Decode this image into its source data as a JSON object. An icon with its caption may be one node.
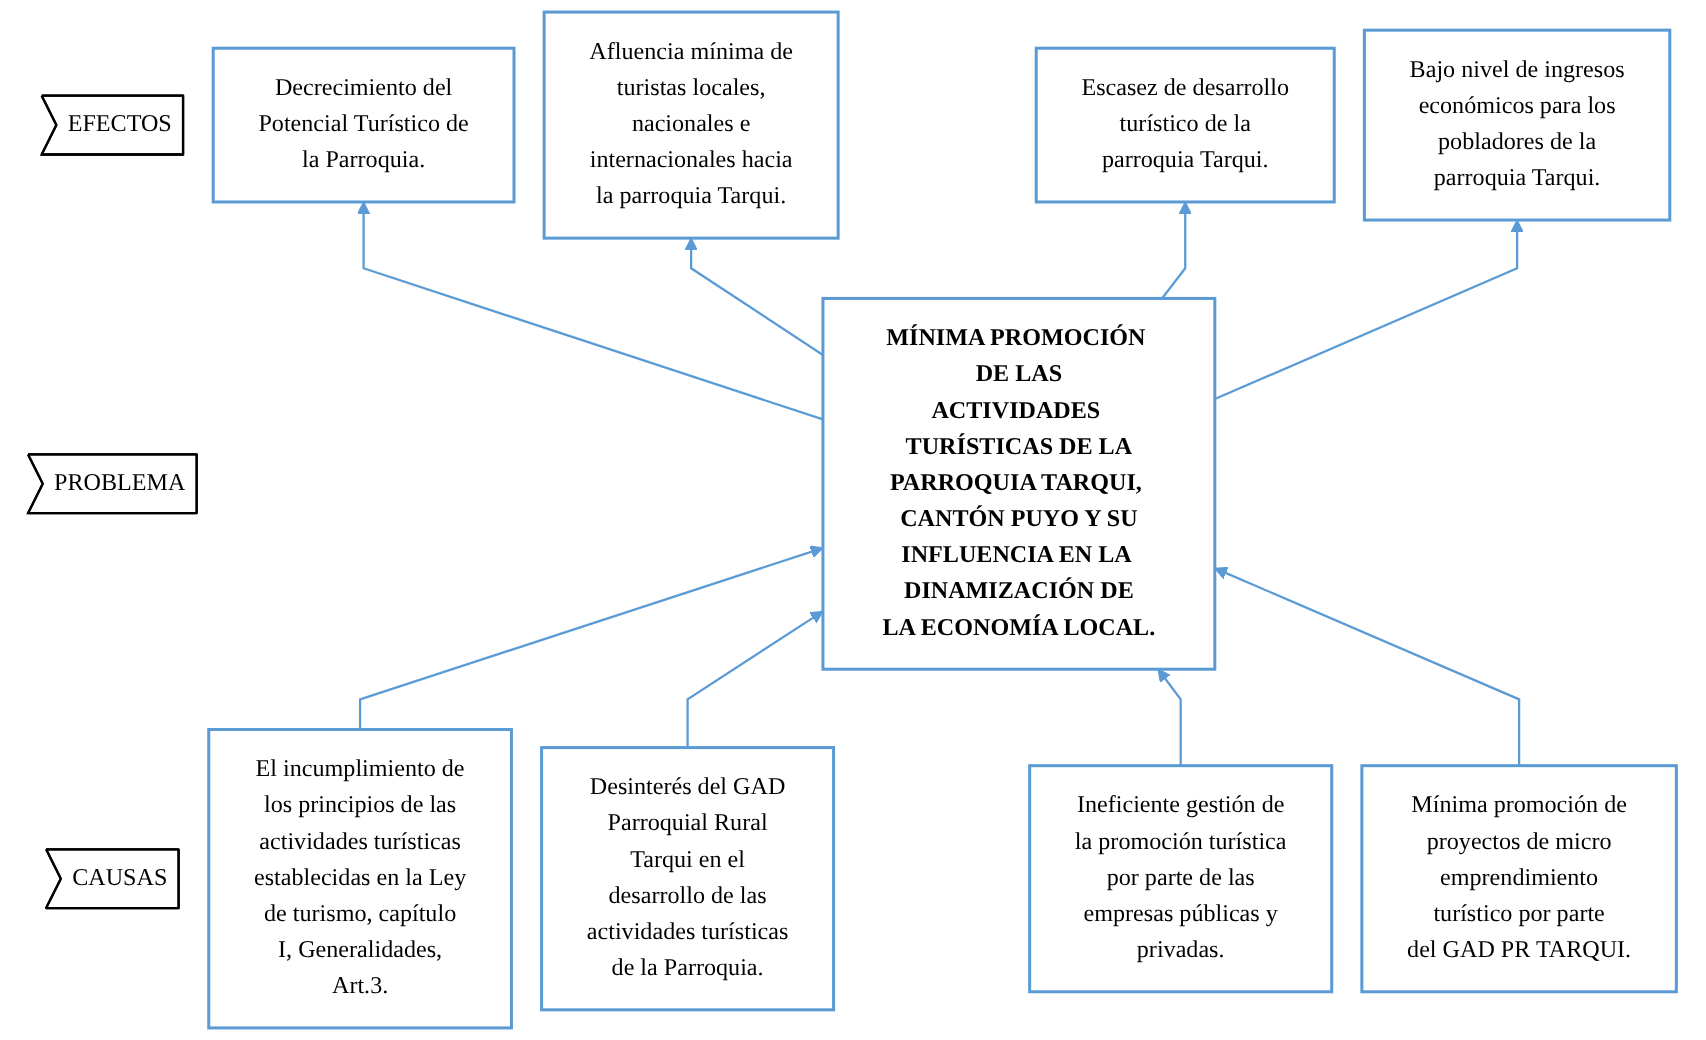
{
  "diagram": {
    "nodes": [
      {
        "text": [
          "EFECTOS"
        ]
      },
      {
        "text": [
          "Decrecimiento del Potencial Turístico de la Parroquia."
        ]
      },
      {
        "text": [
          "Afluencia mínima de turistas locales, nacionales e internacionales hacia la parroquia Tarqui."
        ]
      },
      {
        "text": [
          "Escasez de desarrollo turístico de la parroquia Tarqui."
        ]
      },
      {
        "text": [
          "Bajo nivel de ingresos económicos para los pobladores de la parroquia Tarqui."
        ]
      },
      {
        "text": [
          "PROBLEMA"
        ]
      },
      {
        "text": [
          "MÍNIMA PROMOCIÓN DE LAS ACTIVIDADES TURÍSTICAS DE LA PARROQUIA TARQUI, CANTÓN PUYO Y SU INFLUENCIA EN LA DINAMIZACIÓN DE LA ECONOMÍA LOCAL."
        ]
      },
      {
        "text": [
          "CAUSAS"
        ]
      },
      {
        "text": [
          "El incumplimiento de los principios de las actividades turísticas establecidas en la Ley de turismo, capítulo I, Generalidades, Art.3."
        ]
      },
      {
        "text": [
          "Desinterés del GAD Parroquial Rural Tarqui en el desarrollo de las actividades turísticas de la Parroquia."
        ]
      },
      {
        "text": [
          "Ineficiente gestión de la promoción turística por parte de las empresas públicas y privadas."
        ]
      },
      {
        "text": [
          "Mínima promoción de proyectos de micro emprendimiento turístico por parte del GAD PR TARQUI."
        ]
      }
    ],
    "edges": [
      {
        "from": 6,
        "to": 1,
        "arrow": "to"
      },
      {
        "from": 6,
        "to": 2,
        "arrow": "to"
      },
      {
        "from": 6,
        "to": 3,
        "arrow": "to"
      },
      {
        "from": 6,
        "to": 4,
        "arrow": "to"
      },
      {
        "from": 8,
        "to": 6,
        "arrow": "to"
      },
      {
        "from": 9,
        "to": 6,
        "arrow": "to"
      },
      {
        "from": 10,
        "to": 6,
        "arrow": "to"
      },
      {
        "from": 11,
        "to": 6,
        "arrow": "to"
      }
    ]
  }
}
